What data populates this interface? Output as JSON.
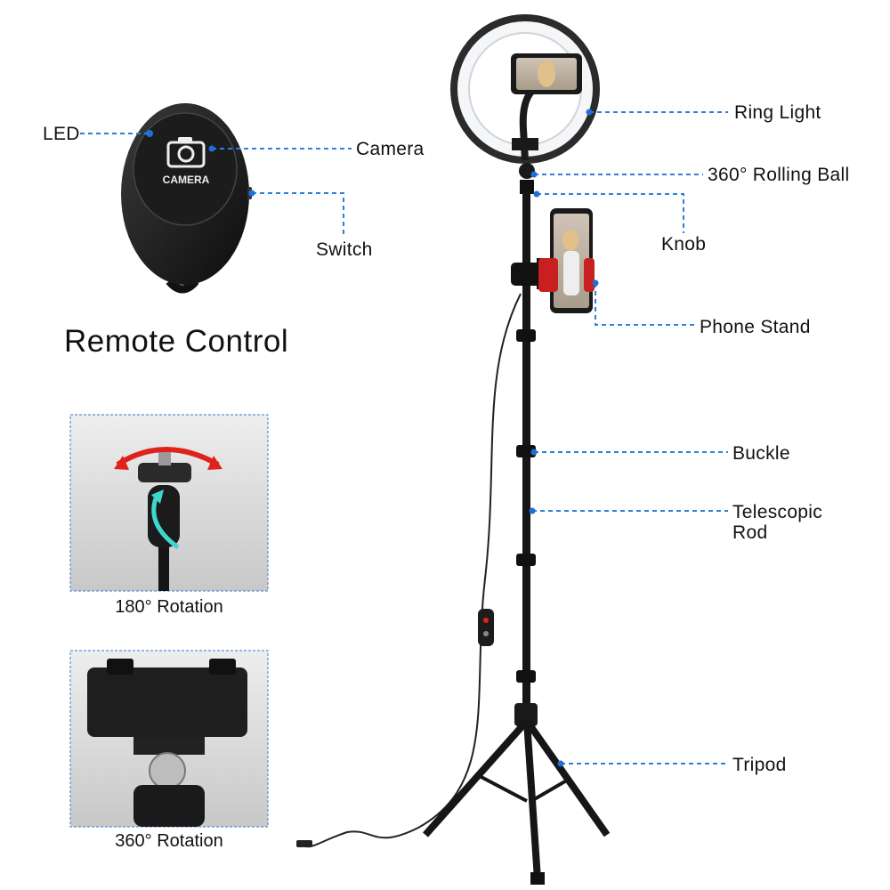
{
  "remote": {
    "title": "Remote Control",
    "button_text": "CAMERA",
    "callouts": {
      "led": "LED",
      "camera": "Camera",
      "switch": "Switch"
    }
  },
  "details": {
    "rotation_180": "180° Rotation",
    "rotation_360": "360° Rotation"
  },
  "stand": {
    "callouts": {
      "ring_light": "Ring Light",
      "rolling_ball": "360° Rolling Ball",
      "knob": "Knob",
      "phone_stand": "Phone Stand",
      "buckle": "Buckle",
      "telescopic_rod_line1": "Telescopic",
      "telescopic_rod_line2": "Rod",
      "tripod": "Tripod"
    }
  },
  "colors": {
    "callout_line": "#2f7ed8",
    "callout_dot": "#1e6fd9",
    "product_black": "#1a1a1a",
    "detail_panel_border": "#5b8fd6",
    "rotation_arrow_red": "#e0221c",
    "rotation_arrow_cyan": "#3fd6d0"
  }
}
